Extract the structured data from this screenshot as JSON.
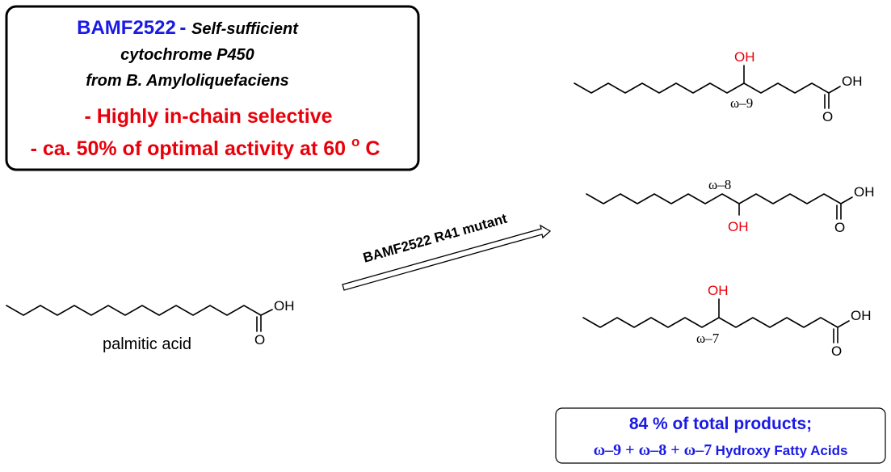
{
  "info_box": {
    "enzyme": "BAMF2522",
    "dash": " - ",
    "line1_rest": "Self-sufficient",
    "line2": "cytochrome P450",
    "line3": "from B. Amyloliquefaciens",
    "bullet1": "- Highly in-chain selective",
    "bullet2_prefix": "- ca. 50% of optimal activity at 60 ",
    "bullet2_degree": "o",
    "bullet2_unit": "C",
    "colors": {
      "enzyme": "#1a1ae6",
      "bullets": "#e8000b",
      "border": "#000000"
    }
  },
  "reaction": {
    "substrate_label": "palmitic acid",
    "arrow_label": "BAMF2522  R41 mutant"
  },
  "molecules": {
    "substrate": {
      "oh": "OH",
      "o": "O"
    },
    "product_1": {
      "position": "ω–9",
      "hydroxyl": "OH",
      "acid_oh": "OH",
      "acid_o": "O"
    },
    "product_2": {
      "position": "ω–8",
      "hydroxyl": "OH",
      "acid_oh": "OH",
      "acid_o": "O"
    },
    "product_3": {
      "position": "ω–7",
      "hydroxyl": "OH",
      "acid_oh": "OH",
      "acid_o": "O"
    }
  },
  "summary_box": {
    "line1": "84 % of total products;",
    "line2_greek": "ω–9 + ω–8 + ω–7",
    "line2_text": " Hydroxy Fatty Acids",
    "color": "#1a1ae6"
  }
}
